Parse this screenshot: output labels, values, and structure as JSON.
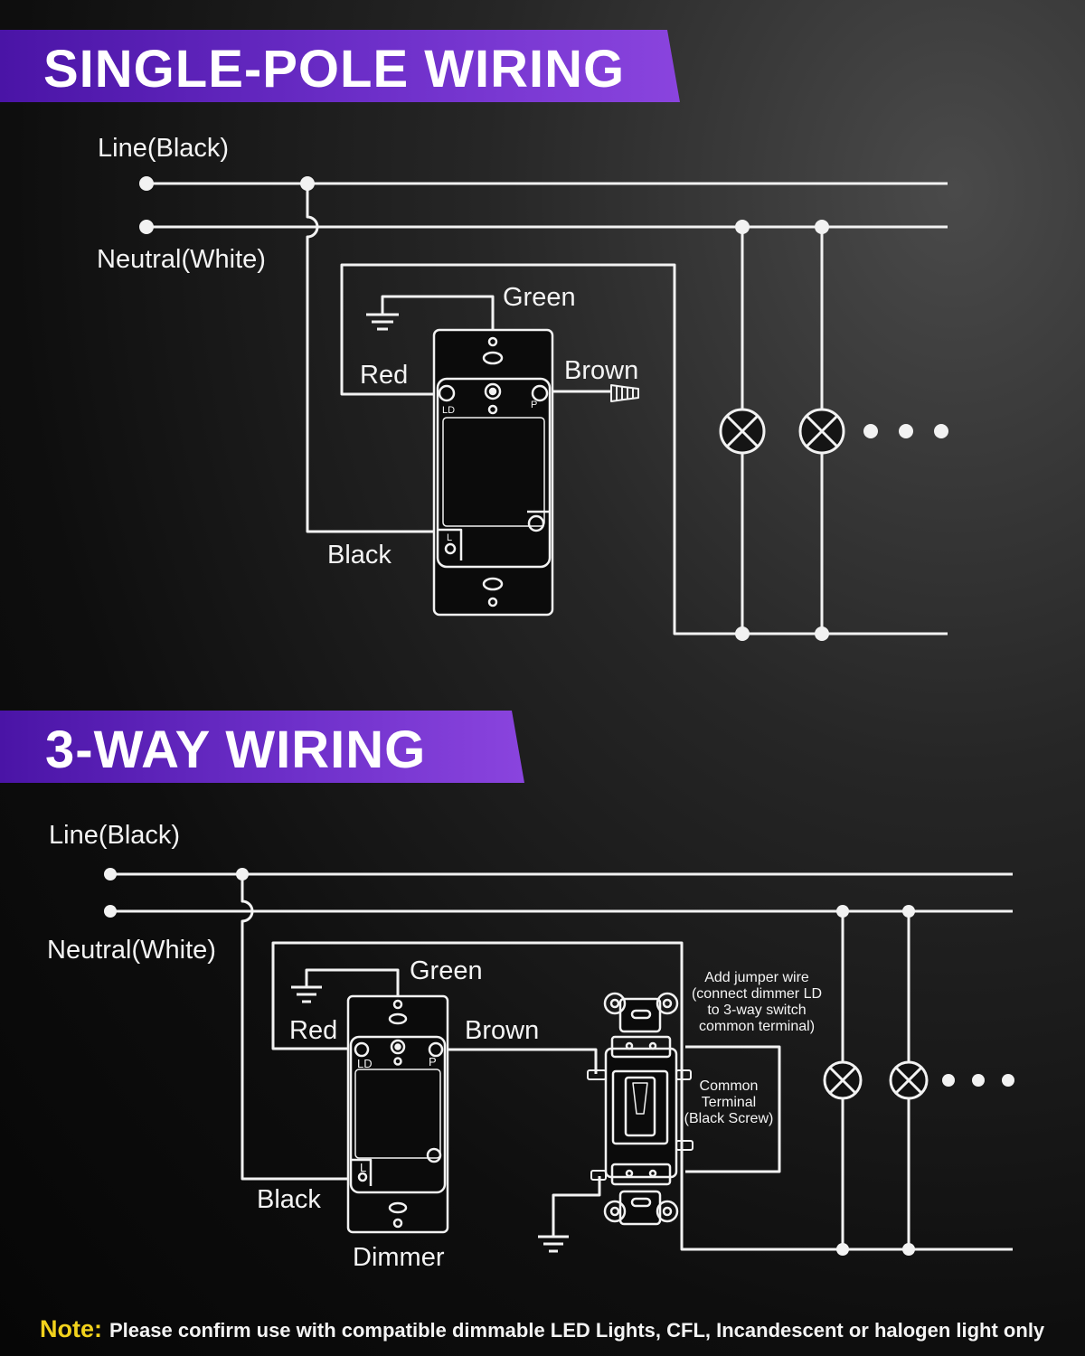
{
  "sections": [
    {
      "title": "SINGLE-POLE WIRING",
      "labels": {
        "line": "Line(Black)",
        "neutral": "Neutral(White)",
        "green": "Green",
        "red": "Red",
        "brown": "Brown",
        "black": "Black"
      }
    },
    {
      "title": "3-WAY WIRING",
      "labels": {
        "line": "Line(Black)",
        "neutral": "Neutral(White)",
        "green": "Green",
        "red": "Red",
        "brown": "Brown",
        "black": "Black",
        "dimmer": "Dimmer",
        "jumper_note": "Add jumper wire\n(connect dimmer LD\nto 3-way switch\ncommon terminal)",
        "common_terminal": "Common\nTerminal\n(Black Screw)"
      }
    }
  ],
  "terminal_marks": {
    "ld": "LD",
    "p": "P",
    "l": "L"
  },
  "note": {
    "label": "Note:",
    "text": "Please confirm use with compatible dimmable LED Lights, CFL, Incandescent or halogen light only"
  },
  "colors": {
    "banner_purple": "#6d2fc9",
    "note_yellow": "#f2d21c",
    "wire_white": "#f2f2f2"
  },
  "icons": [
    "ground-icon",
    "light-bulb-icon",
    "wire-nut-icon",
    "dimmer-switch-icon",
    "three-way-switch-icon"
  ]
}
